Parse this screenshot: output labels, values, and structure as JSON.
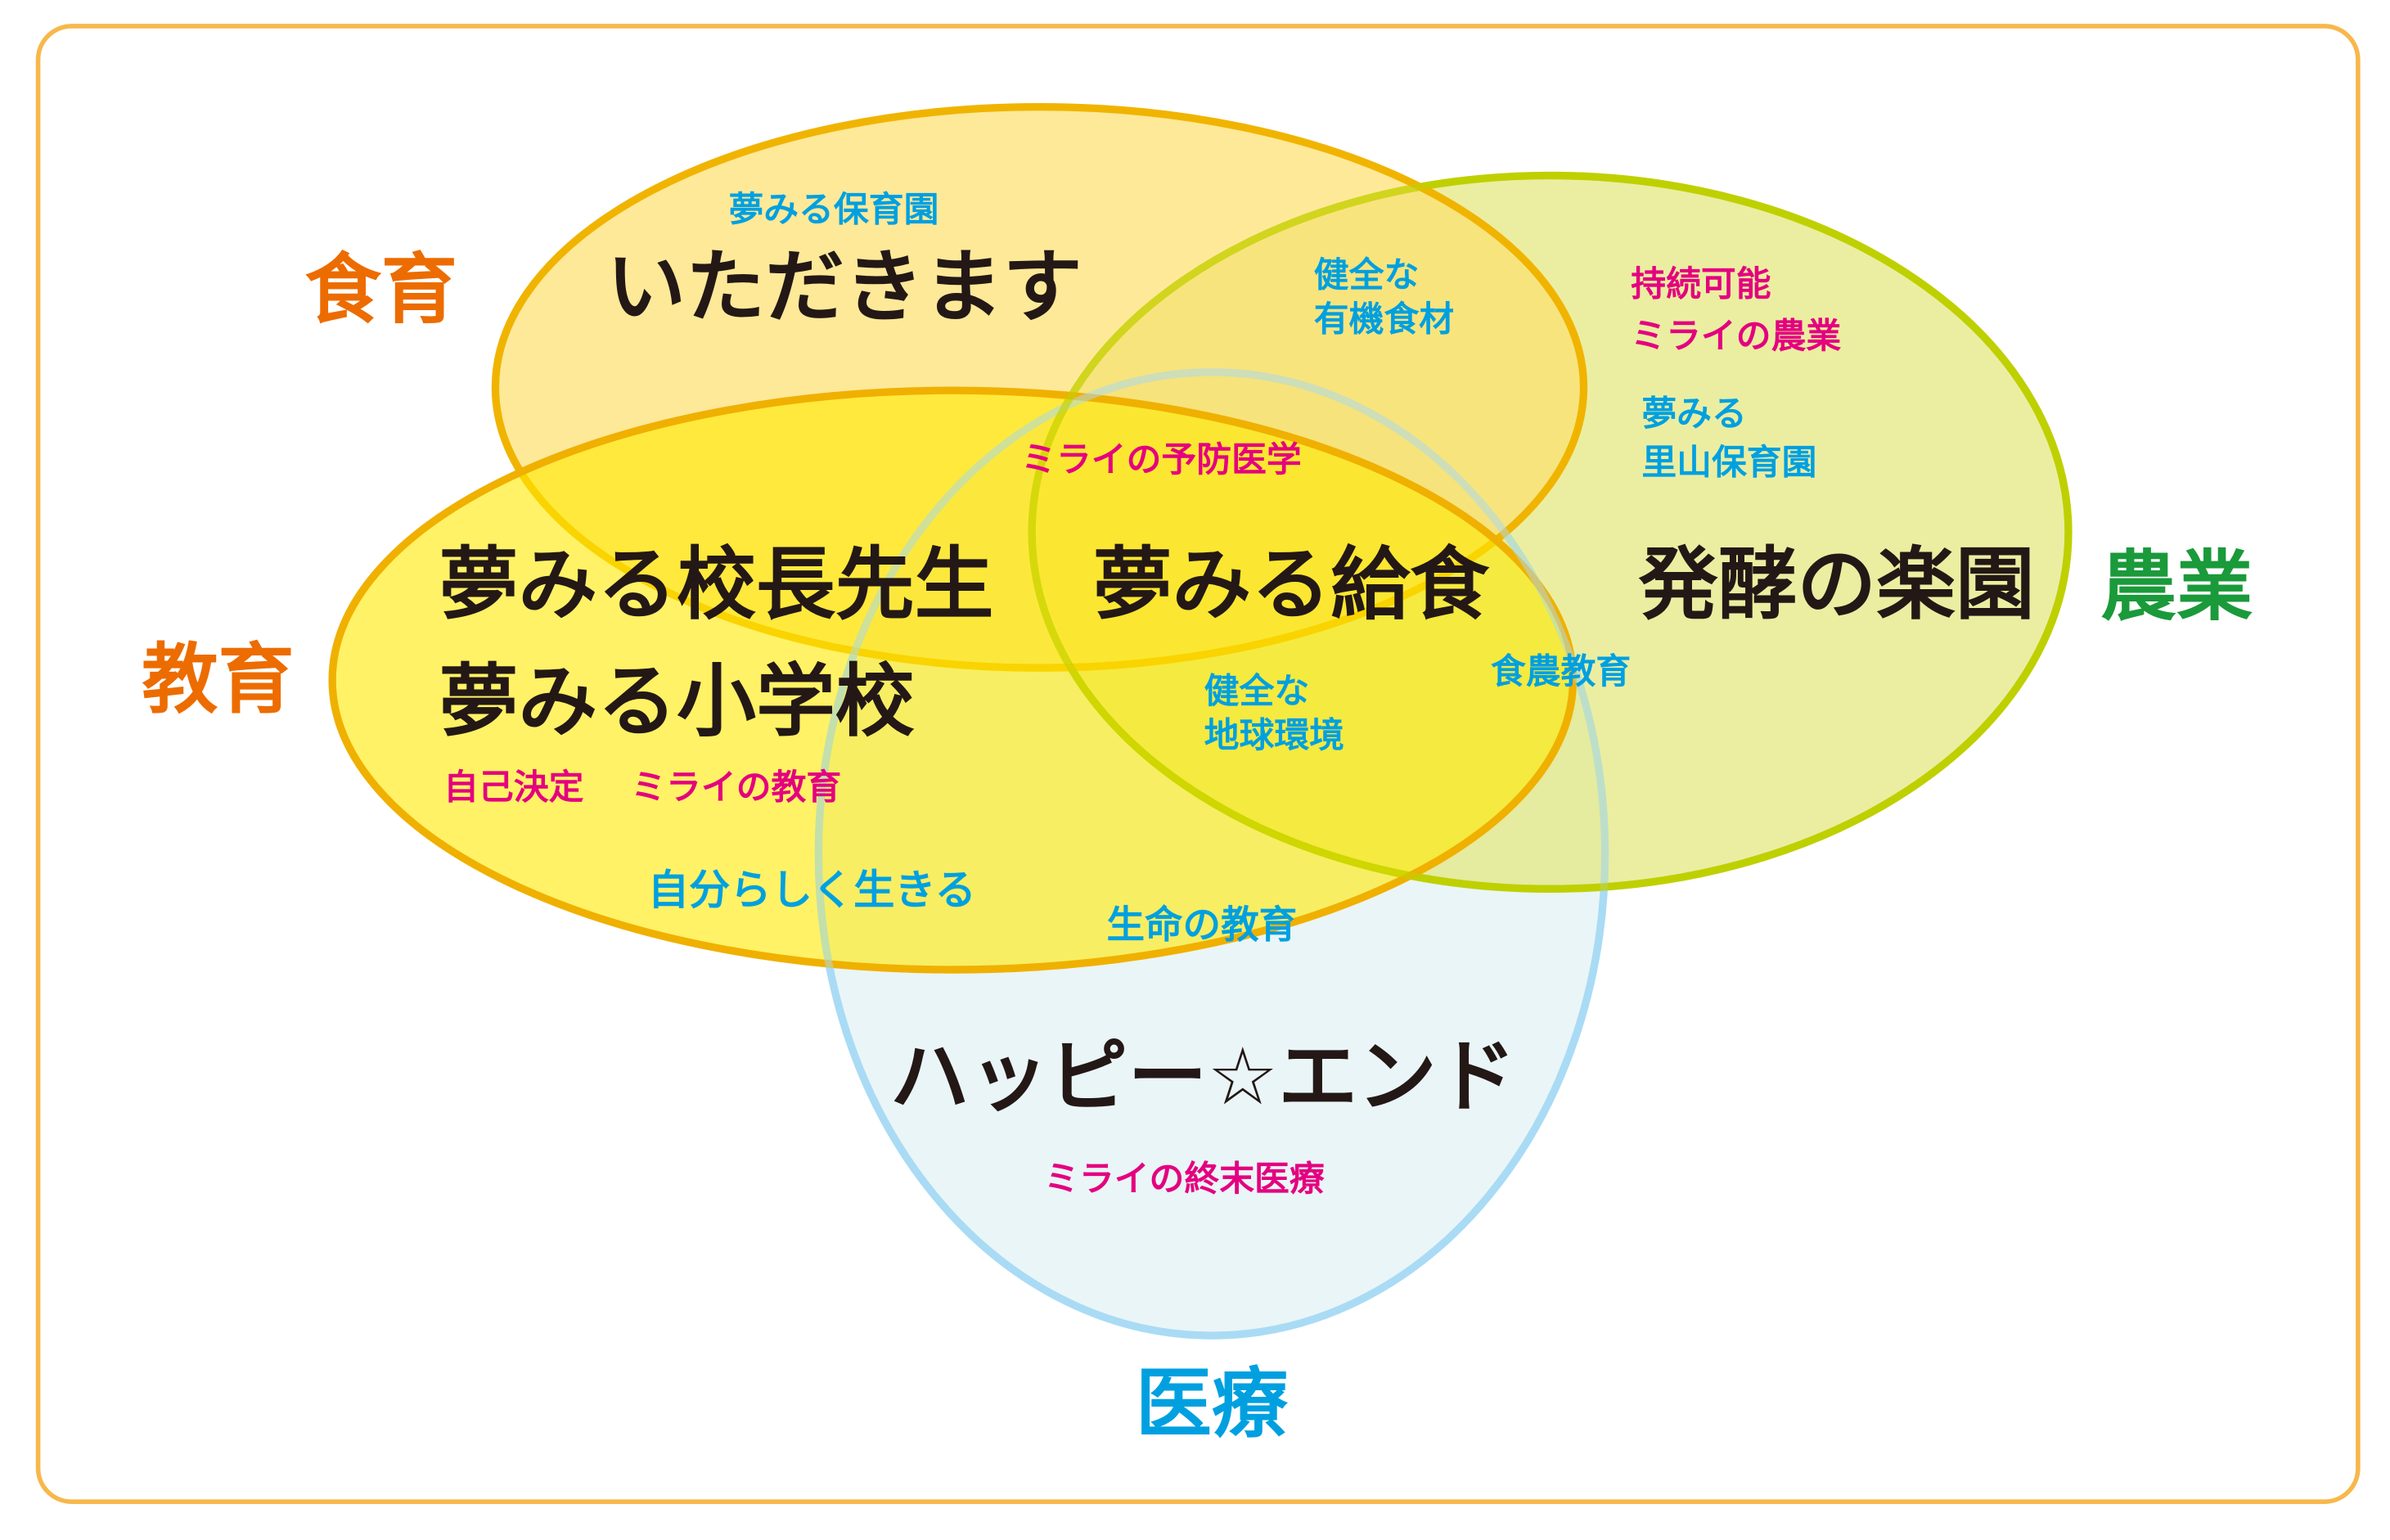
{
  "colors": {
    "frame": "#f7b84b",
    "food_fill": "#fddf6e",
    "food_stroke": "#f0b400",
    "agri_fill": "#e3e779",
    "agri_stroke": "#bfd000",
    "med_fill": "#dff0f3",
    "med_stroke": "#a9dbf5",
    "edu_fill": "#ffea00",
    "edu_stroke": "#f0b000",
    "category_orange": "#ec6c00",
    "category_green": "#1a9a3a",
    "category_blue": "#00a0e0",
    "blue_text": "#00a0e0",
    "pink_text": "#e4007f",
    "black_text": "#231815"
  },
  "categories": {
    "food": "食育",
    "education": "教育",
    "agriculture": "農業",
    "medical": "医療"
  },
  "main_labels": {
    "itadakimasu": "いただきます",
    "principal": "夢みる校長先生",
    "school": "夢みる小学校",
    "lunch": "夢みる給食",
    "fermentation": "発酵の楽園",
    "happy_end": "ハッピー☆エンド"
  },
  "sub_labels": {
    "nursery": "夢みる保育園",
    "organic_1": "健全な",
    "organic_2": "有機食材",
    "sustainable": "持続可能",
    "future_agri": "ミライの農業",
    "satoyama_1": "夢みる",
    "satoyama_2": "里山保育園",
    "preventive": "ミライの予防医学",
    "earth_1": "健全な",
    "earth_2": "地球環境",
    "food_agri_edu": "食農教育",
    "self_decision": "自己決定",
    "future_edu": "ミライの教育",
    "live_yourself": "自分らしく生きる",
    "life_edu": "生命の教育",
    "terminal_care": "ミライの終末医療"
  }
}
